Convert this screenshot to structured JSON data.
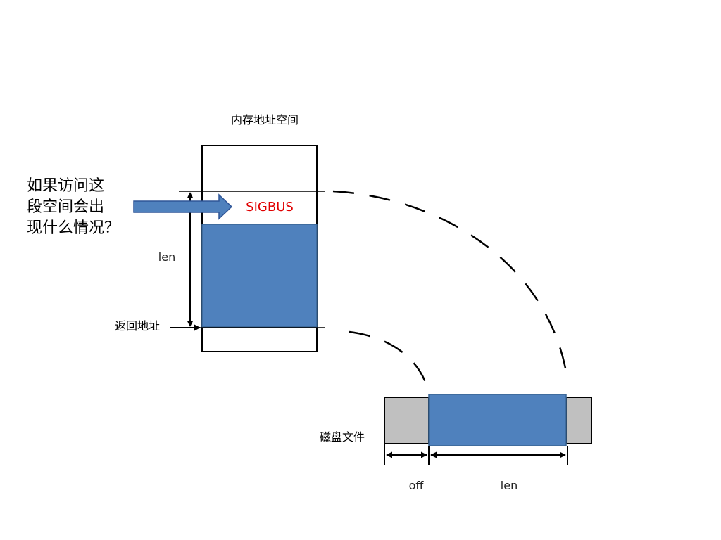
{
  "memory": {
    "title": "内存地址空间",
    "len_label": "len",
    "return_address_label": "返回地址",
    "sigbus_label": "SIGBUS",
    "mapped_fill_color": "#4f81bd",
    "sigbus_color": "#e00000"
  },
  "question": {
    "line1": "如果访问这",
    "line2": "段空间会出",
    "line3": "现什么情况？",
    "arrow_color": "#4f81bd"
  },
  "disk": {
    "label": "磁盘文件",
    "off_label": "off",
    "len_label": "len",
    "mapped_fill_color": "#4f81bd",
    "unmapped_fill_color": "#c0c0c0"
  }
}
